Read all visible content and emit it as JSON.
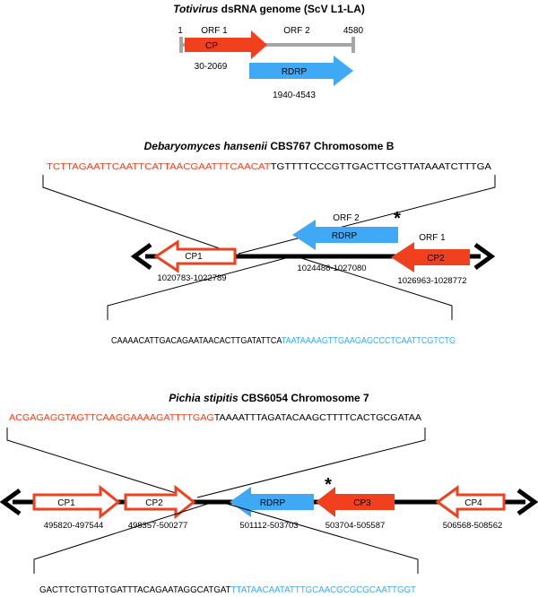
{
  "colors": {
    "cp": "#f0401e",
    "rdrp": "#3fa9f5",
    "line": "#000000",
    "grey": "#a6a6a6"
  },
  "panel1": {
    "title_italic": "Totivirus",
    "title_rest": " dsRNA genome (ScV L1-LA)",
    "start_pos": "1",
    "end_pos": "4580",
    "orf1_label": "ORF 1",
    "orf2_label": "ORF 2",
    "cp_label": "CP",
    "cp_range": "30-2069",
    "rdrp_label": "RDRP",
    "rdrp_range": "1940-4543"
  },
  "panel2": {
    "title_italic": "Debaryomyces hansenii",
    "title_rest": " CBS767 Chromosome B",
    "seq_top_red": "TCTTAGAATTCAATTCATTAACGAATTTCAACAT",
    "seq_top_black": "TGTTTTCCCGTTGACTTCGTTATAAATCTTTGA",
    "orf2_label": "ORF 2",
    "orf1_label": "ORF 1",
    "asterisk": "*",
    "cp1_label": "CP1",
    "cp1_range": "1020783-1022789",
    "rdrp_label": "RDRP",
    "rdrp_range": "1024486-1027080",
    "cp2_label": "CP2",
    "cp2_range": "1026963-1028772",
    "seq_bottom_black": "CAAAACATTGACAGAATAACACTTGATATTCA",
    "seq_bottom_blue": "TAATAAAAGTTGAAGAGCCCTCAATTCGTCTG"
  },
  "panel3": {
    "title_italic": "Pichia stipitis",
    "title_rest": " CBS6054 Chromosome 7",
    "seq_top_red": "ACGAGAGGTAGTTCAAGGAAAAGATTTTGAG",
    "seq_top_black": "TAAAATTTAGATACAAGCTTTTCACTGCGATAA",
    "asterisk": "*",
    "cp1_label": "CP1",
    "cp1_range": "495820-497544",
    "cp2_label": "CP2",
    "cp2_range": "498357-500277",
    "rdrp_label": "RDRP",
    "rdrp_range": "501112-503703",
    "cp3_label": "CP3",
    "cp3_range": "503704-505587",
    "cp4_label": "CP4",
    "cp4_range": "506568-508562",
    "seq_bottom_black": "GACTTCTGTTGTGATTTACAGAATAGGCATGAT",
    "seq_bottom_blue": "TTATAACAATATTTGCAACGCGCGCAATTGGT"
  }
}
